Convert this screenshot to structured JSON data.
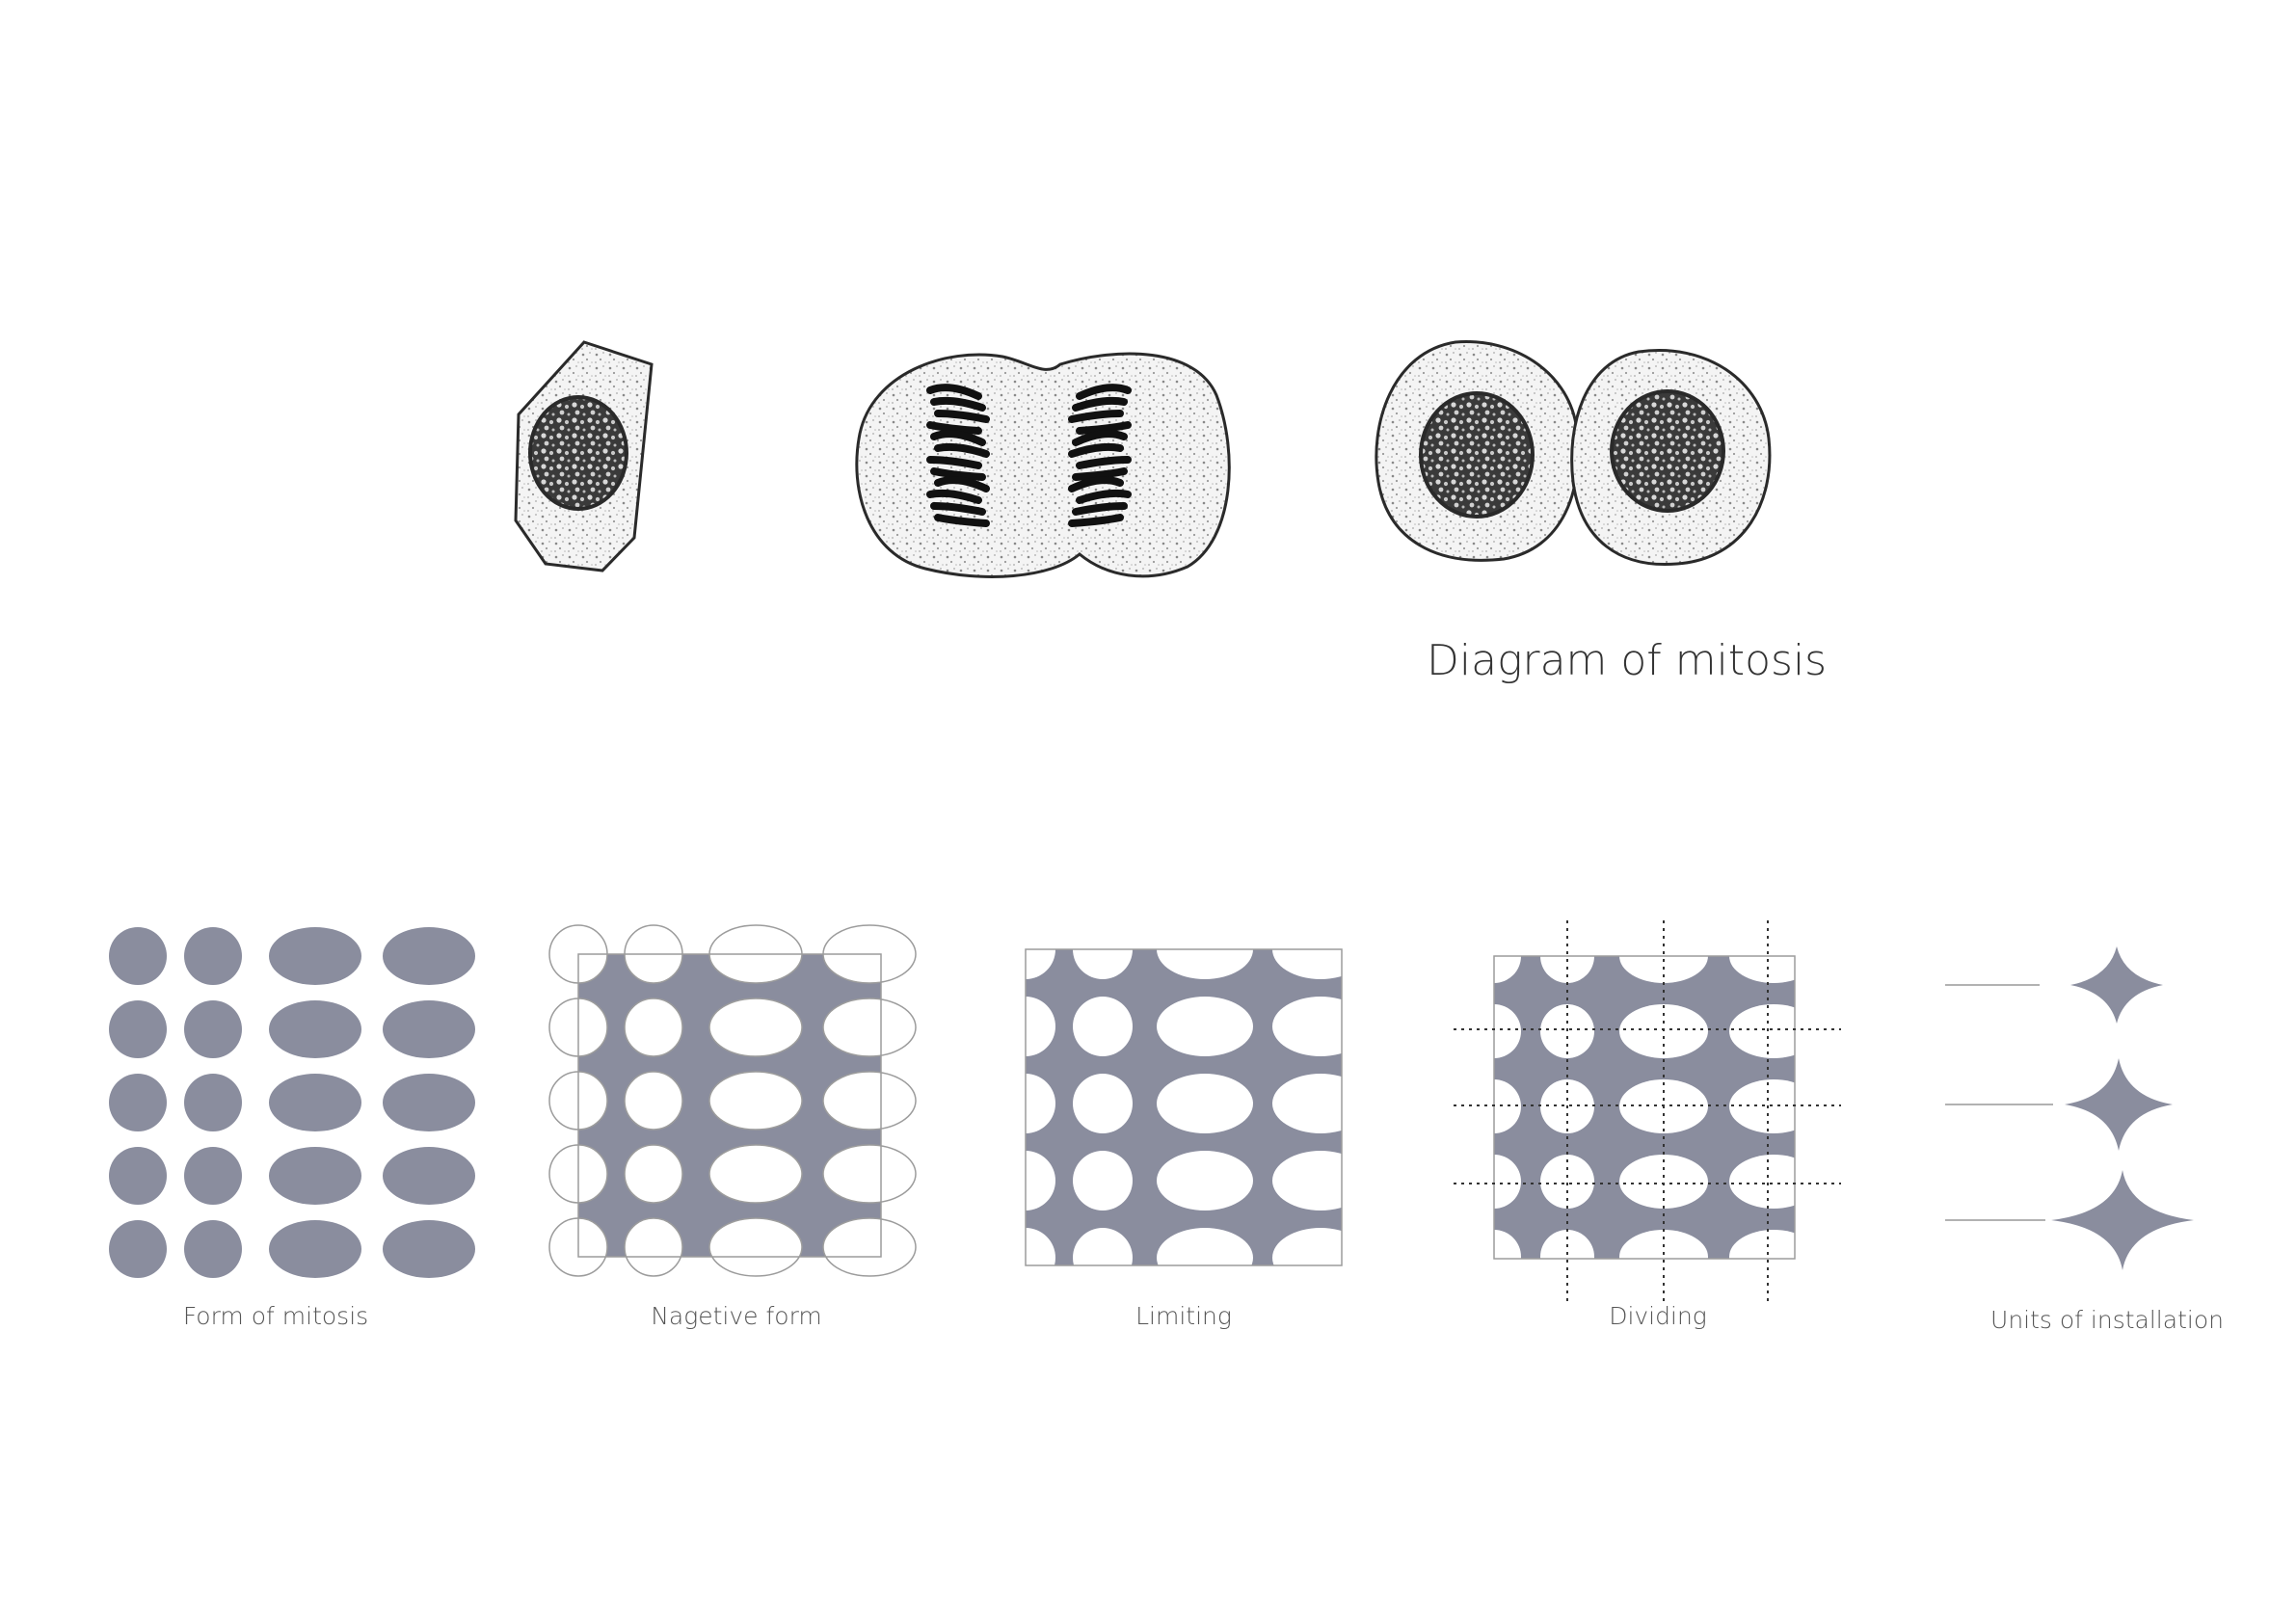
{
  "diagram_title": "Diagram of mitosis",
  "captions": [
    "Form of mitosis",
    "Nagetive form",
    "Limiting",
    "Dividing",
    "Units of installation"
  ],
  "colors": {
    "shape_fill": "#8a8d9e",
    "outline": "#9c9c9c",
    "ink": "#2a2a2a",
    "background": "#ffffff"
  },
  "illustrations": [
    "interphase-cell",
    "anaphase-cell",
    "telophase-daughter-cells"
  ]
}
